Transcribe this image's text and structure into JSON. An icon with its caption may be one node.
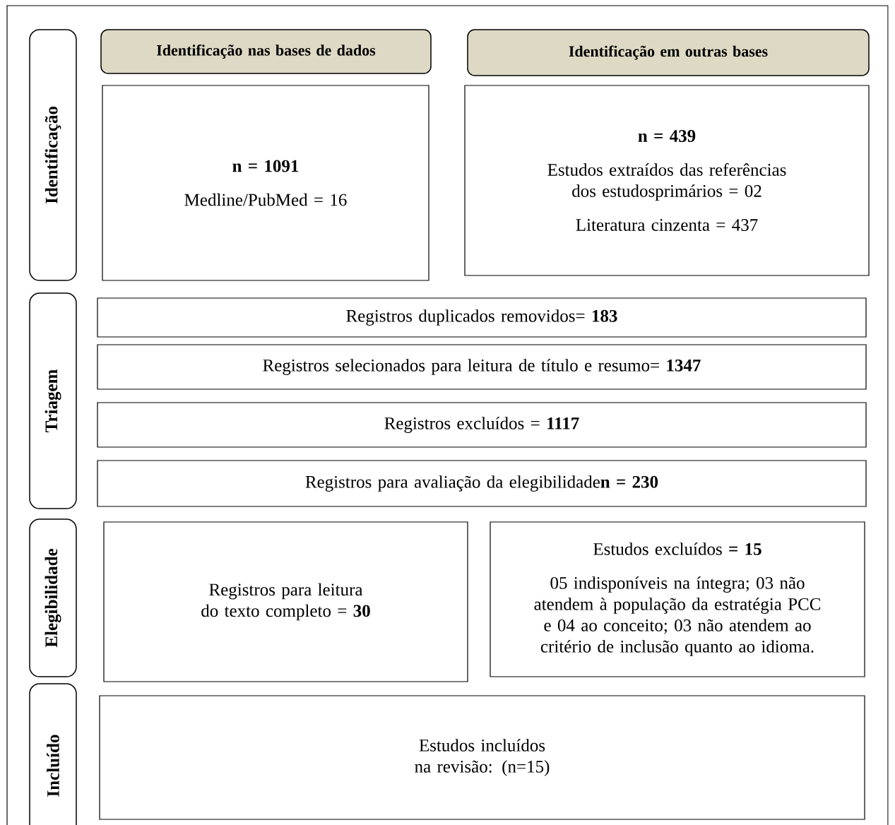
{
  "diagram": {
    "nodes": [
      {
        "text": [
          "Identificação"
        ]
      },
      {
        "text": [
          "Identificação nas bases de dados"
        ]
      },
      {
        "text": [
          "Identificação em outras bases"
        ]
      },
      {
        "text": [
          "n = 1091",
          "Medline/PubMed = 16"
        ]
      },
      {
        "text": [
          "n = 439",
          "Estudos extraídos das referências dos estudosprimários = 02",
          "Literatura cinzenta = 437"
        ]
      },
      {
        "text": [
          "Triagem"
        ]
      },
      {
        "text": [
          "Registros duplicados removidos= **183**"
        ]
      },
      {
        "text": [
          "Registros selecionados para leitura de título e resumo= **1347**"
        ]
      },
      {
        "text": [
          "Registros excluídos = **1117**"
        ]
      },
      {
        "text": [
          "Registros para avaliação da elegibilidade**n = 230**"
        ]
      },
      {
        "text": [
          "Elegibilidade"
        ]
      },
      {
        "text": [
          "Registros para leitura do texto completo = **30**"
        ]
      },
      {
        "text": [
          "Estudos excluídos **= 15**",
          "05 indisponíveis na íntegra; 03 não atendem à população da estratégia PCC e 04 ao conceito; 03 não atendem ao critério de inclusão quanto ao idioma."
        ]
      },
      {
        "text": [
          "Incluído"
        ]
      },
      {
        "text": [
          "Estudos incluídos na revisão: (n=15)"
        ]
      }
    ],
    "edges": []
  }
}
